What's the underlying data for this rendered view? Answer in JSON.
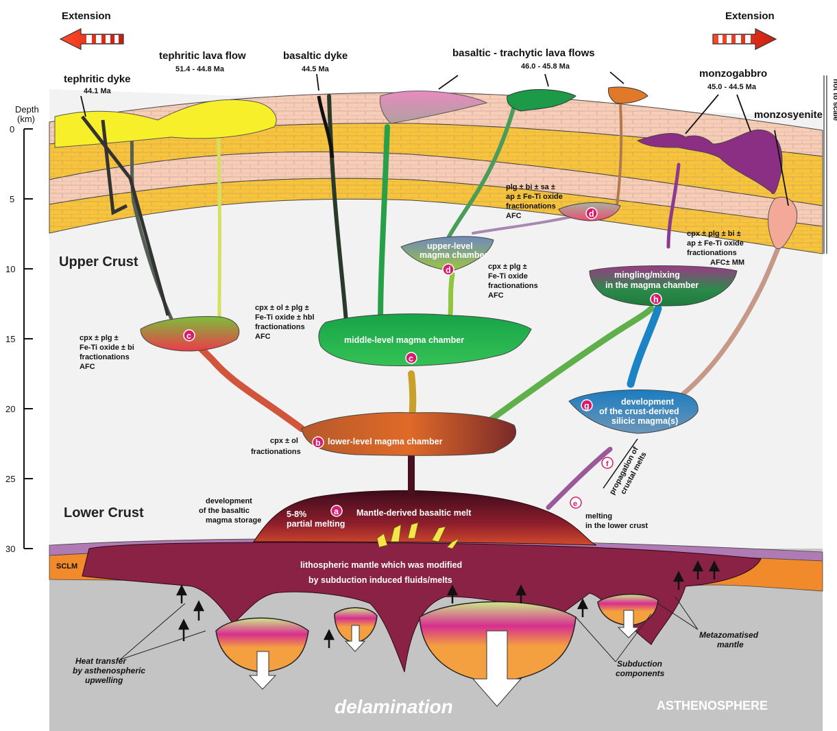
{
  "arrows": {
    "left_label": "Extension",
    "right_label": "Extension"
  },
  "scale_note": "not to scale",
  "depth_axis": {
    "title_line1": "Depth",
    "title_line2": "(km)",
    "ticks": [
      "0",
      "5",
      "10",
      "15",
      "20",
      "25",
      "30"
    ]
  },
  "units": {
    "tephritic_dyke": {
      "name": "tephritic dyke",
      "age": "44.1 Ma"
    },
    "tephritic_lava": {
      "name": "tephritic lava flow",
      "age": "51.4 - 44.8 Ma"
    },
    "basaltic_dyke": {
      "name": "basaltic dyke",
      "age": "44.5 Ma"
    },
    "bt_lava": {
      "name": "basaltic - trachytic lava flows",
      "age": "46.0 - 45.8 Ma"
    },
    "monzogabbro": {
      "name": "monzogabbro",
      "age": "45.0 - 44.5 Ma"
    },
    "monzosyenite": {
      "name": "monzosyenite"
    }
  },
  "zones": {
    "upper_crust": "Upper Crust",
    "lower_crust": "Lower Crust",
    "sclm": "SCLM",
    "asthenosphere": "ASTHENOSPHERE",
    "delamination": "delamination"
  },
  "chambers": {
    "a_letter": "a",
    "a_label": "Mantle-derived basaltic melt",
    "b_letter": "b",
    "b_label": "lower-level magma chamber",
    "c_letter": "c",
    "c_label": "middle-level magma chamber",
    "d_letter": "d",
    "d_label_line1": "upper-level",
    "d_label_line2": "magma chamber",
    "e_letter": "e",
    "f_letter": "f",
    "g_letter": "g",
    "g_label_line1": "development",
    "g_label_line2": "of the crust-derived",
    "g_label_line3": "silicic magma(s)",
    "h_letter": "h",
    "h_label_line1": "mingling/mixing",
    "h_label_line2": "in the magma chamber"
  },
  "notes": {
    "fract_left": [
      "cpx ± plg ±",
      "Fe-Ti oxide ± bi",
      "fractionations",
      "AFC"
    ],
    "fract_mid": [
      "cpx ± ol ± plg ±",
      "Fe-Ti oxide ± hbl",
      "fractionations",
      "AFC"
    ],
    "fract_upper": [
      "cpx ± plg ±",
      "Fe-Ti oxide",
      "fractionations",
      "AFC"
    ],
    "fract_top": [
      "plg ± bi ± sa ±",
      "ap ± Fe-Ti oxide",
      "fractionations",
      "AFC"
    ],
    "fract_right": [
      "cpx ± plg ± bi ±",
      "ap ± Fe-Ti oxide",
      "fractionations",
      "AFC± MM"
    ],
    "fract_lower": [
      "cpx ± ol",
      "fractionations"
    ],
    "basaltic_storage": [
      "development",
      "of the basaltic",
      "magma storage"
    ],
    "partial_melting": [
      "5-8%",
      "partial melting"
    ],
    "melting_lower": [
      "melting",
      "in the lower crust"
    ],
    "propagation": [
      "propagation of",
      "crustal melts"
    ],
    "lithospheric": [
      "lithospheric mantle which was modified",
      "by subduction induced fluids/melts"
    ],
    "heat_transfer": [
      "Heat transfer",
      "by asthenospheric",
      "upwelling"
    ],
    "subduction": [
      "Subduction",
      "components"
    ],
    "metasomatised": [
      "Metazomatised",
      "mantle"
    ]
  },
  "colors": {
    "crust_pink": "#f7cdb8",
    "crust_yellow": "#f7c43c",
    "asthenosphere": "#c4c4c4",
    "mantle_maroon": "#8a2246",
    "sclm_orange": "#f08a2a",
    "extension_red": "#e32a1c"
  }
}
